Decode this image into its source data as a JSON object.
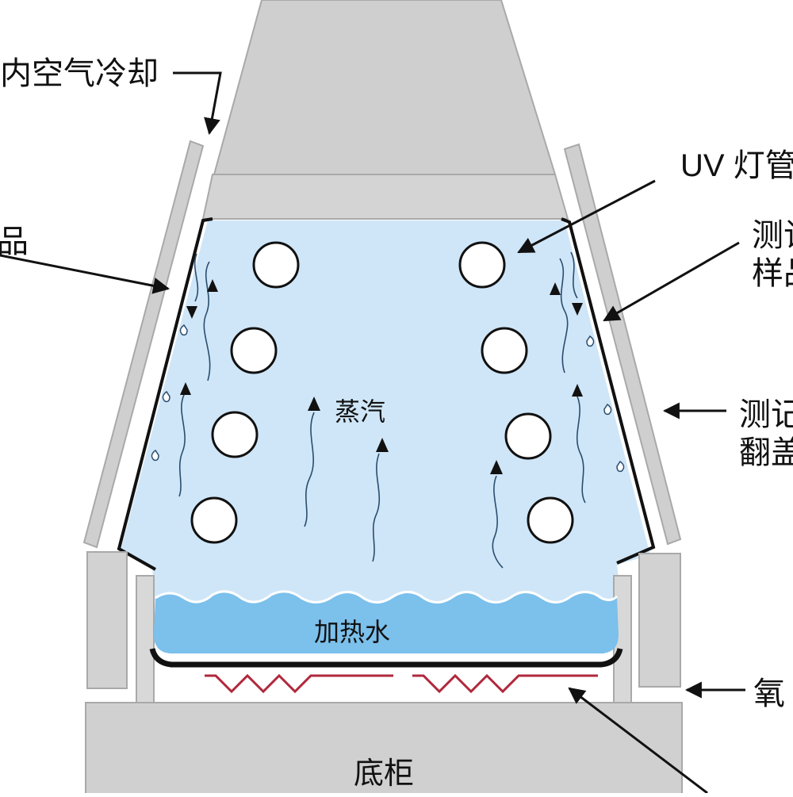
{
  "labels": {
    "air_cooling": "内空气冷却",
    "uv_lamp": "UV 灯管",
    "sample_left": "品",
    "sample_right_1": "测记",
    "sample_right_2": "样品",
    "flip_cover_1": "测记",
    "flip_cover_2": "翻盖",
    "steam": "蒸汽",
    "heated_water": "加热水",
    "right_bottom": "氧",
    "base_cabinet": "底柜"
  },
  "colors": {
    "chamber_fill": "#cfe6f8",
    "water_fill": "#7cc0ec",
    "housing_fill": "#cfcfcf",
    "housing_stroke": "#a9a9a9",
    "heater": "#b0283c",
    "line": "#111111"
  }
}
